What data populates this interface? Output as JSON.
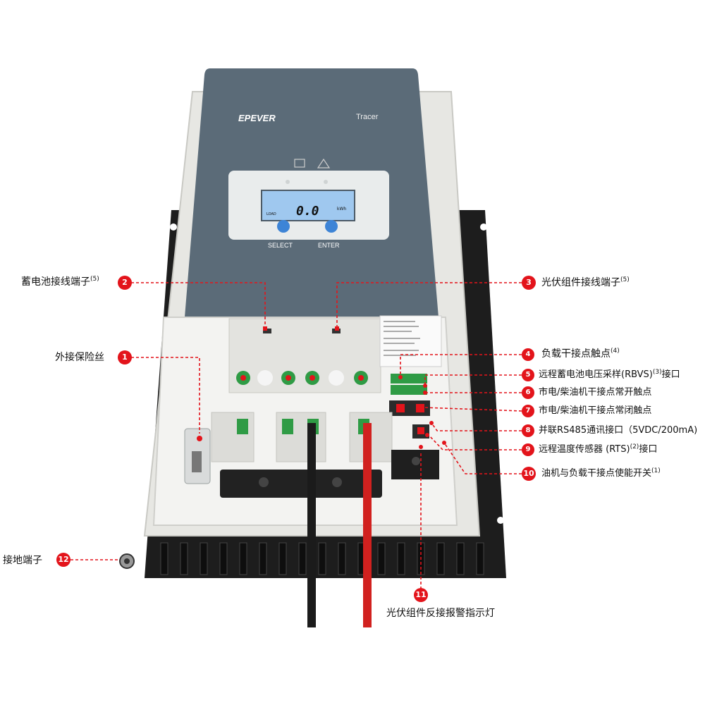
{
  "device": {
    "brand": "EPEVER",
    "model": "Tracer",
    "lcd_value": "0.0",
    "lcd_unit": "kWh",
    "lcd_mode": "LOAD",
    "button_select": "SELECT",
    "button_enter": "ENTER"
  },
  "callouts": [
    {
      "num": "1",
      "text": "外接保险丝",
      "sup": ""
    },
    {
      "num": "2",
      "text": "蓄电池接线端子",
      "sup": "(5)"
    },
    {
      "num": "3",
      "text": "光伏组件接线端子",
      "sup": "(5)"
    },
    {
      "num": "4",
      "text": "负载干接点触点",
      "sup": "(4)"
    },
    {
      "num": "5",
      "text": "远程蓄电池电压采样(RBVS)",
      "sup": "(3)",
      "suffix": "接口"
    },
    {
      "num": "6",
      "text": "市电/柴油机干接点常开触点",
      "sup": ""
    },
    {
      "num": "7",
      "text": "市电/柴油机干接点常闭触点",
      "sup": ""
    },
    {
      "num": "8",
      "text": "并联RS485通讯接口（5VDC/200mA)",
      "sup": ""
    },
    {
      "num": "9",
      "text": "远程温度传感器 (RTS)",
      "sup": "(2)",
      "suffix": "接口"
    },
    {
      "num": "10",
      "text": "油机与负载干接点使能开关",
      "sup": "(1)"
    },
    {
      "num": "11",
      "text": "光伏组件反接报警指示灯",
      "sup": ""
    },
    {
      "num": "12",
      "text": "接地端子",
      "sup": ""
    }
  ],
  "colors": {
    "callout_red": "#e3141b",
    "panel_blue": "#5b6b78",
    "body_gray": "#e6e6e2",
    "heatsink": "#1c1c1c"
  }
}
